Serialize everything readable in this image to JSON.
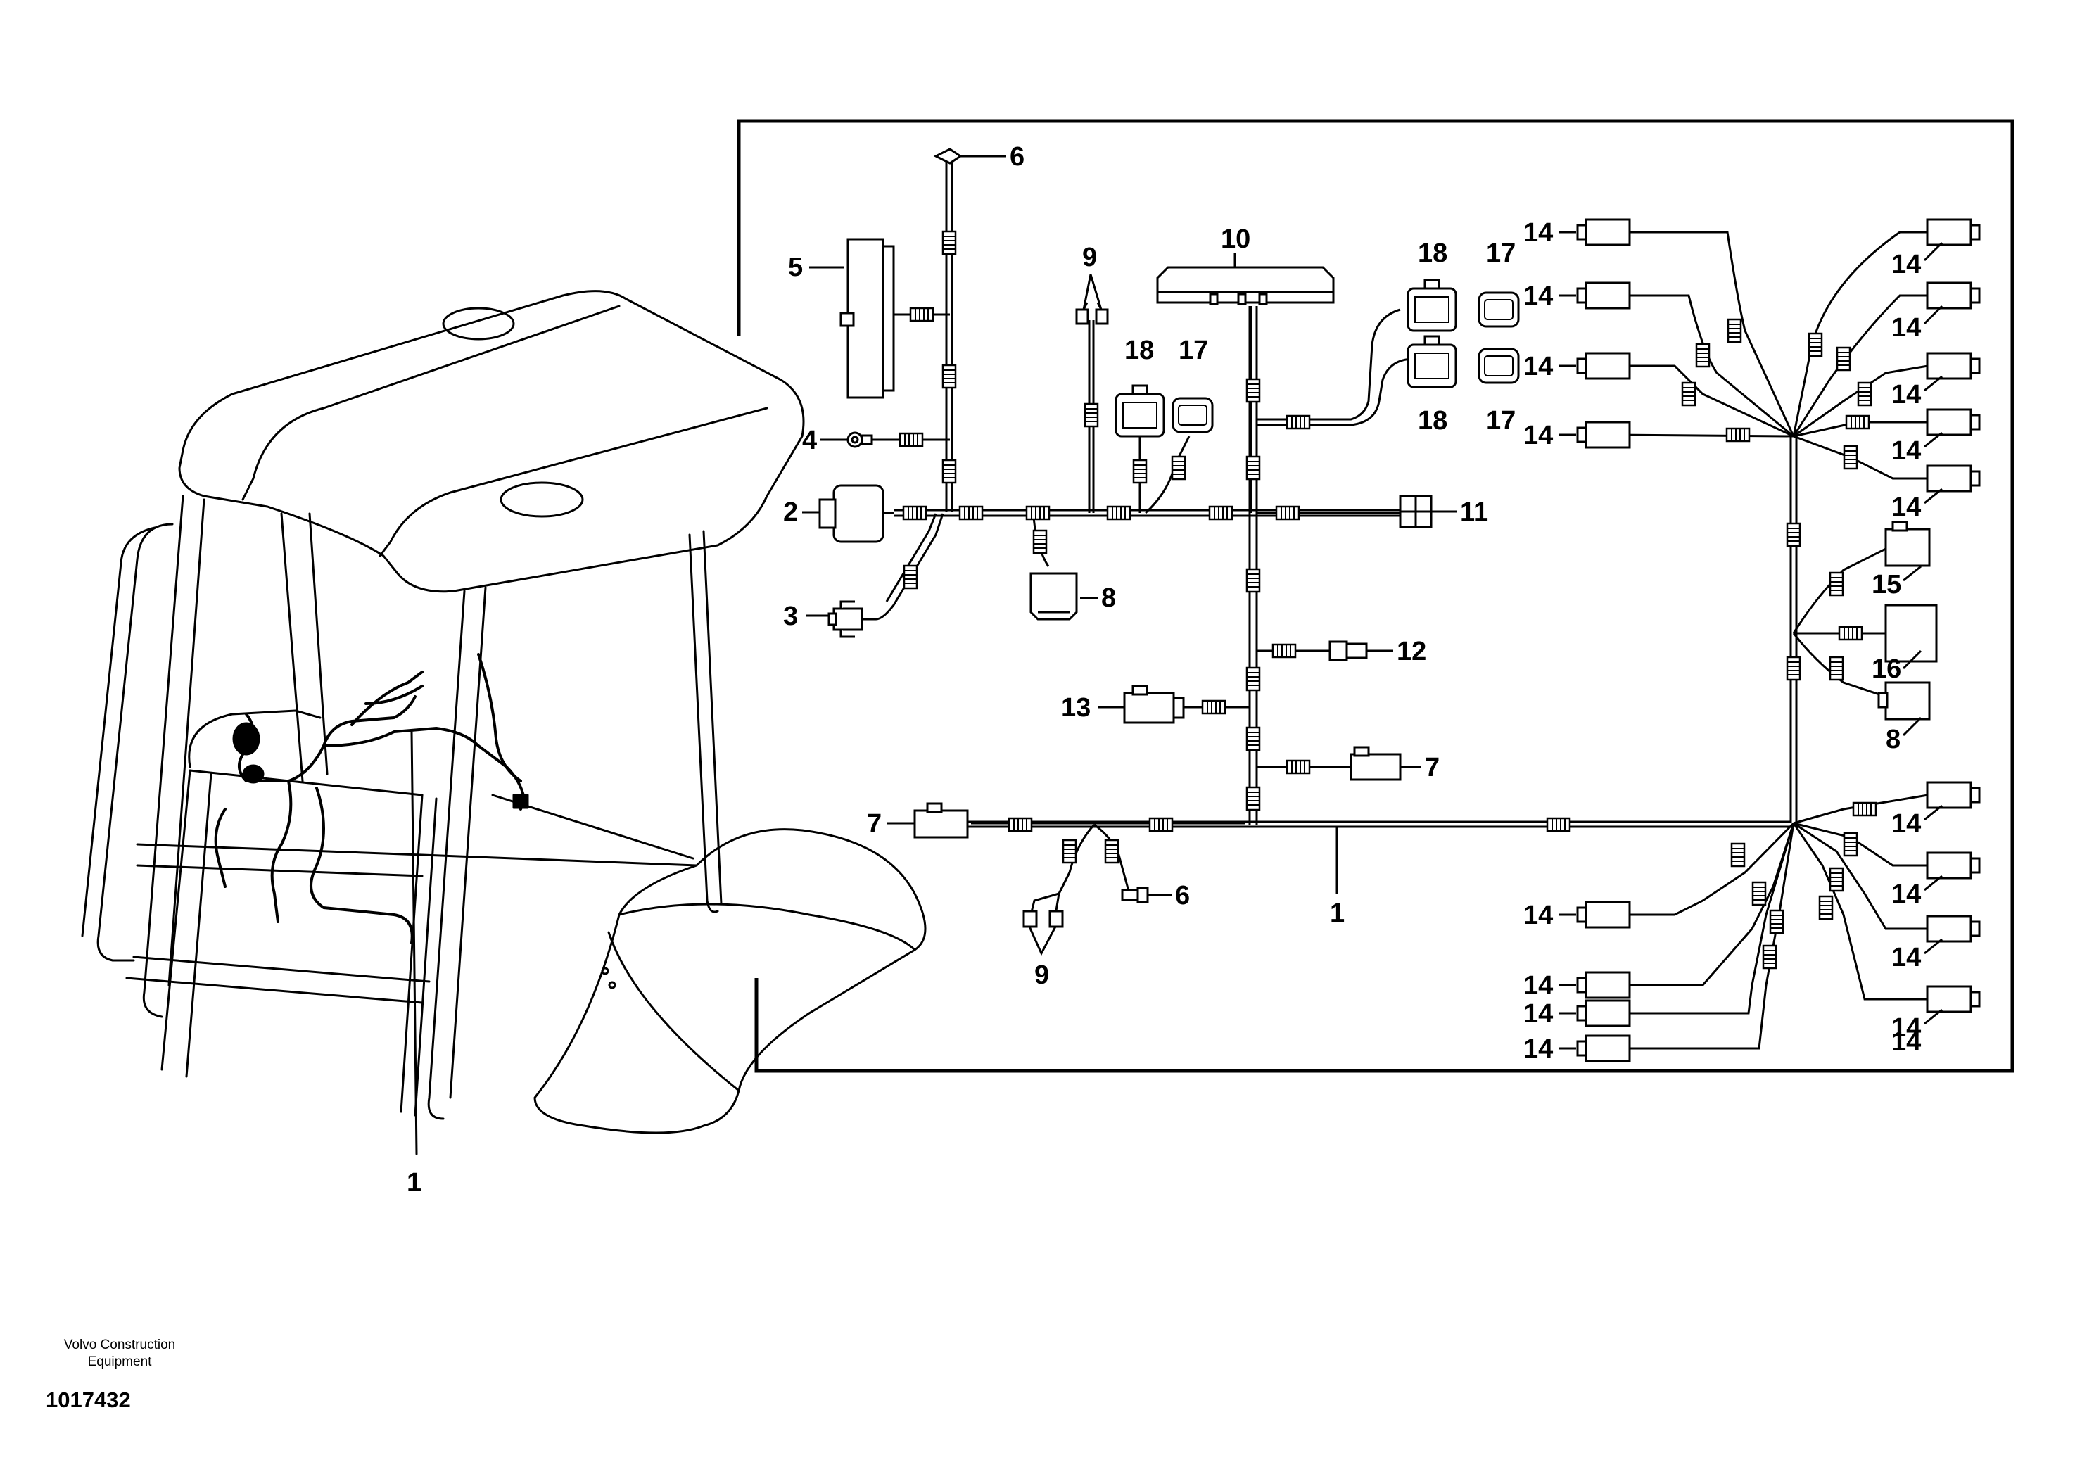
{
  "diagram": {
    "callouts": {
      "c1_machine": "1",
      "c1_main": "1",
      "c2": "2",
      "c3": "3",
      "c4": "4",
      "c5": "5",
      "c6_top": "6",
      "c6_bottom": "6",
      "c7_left": "7",
      "c7_right": "7",
      "c8_center": "8",
      "c8_right": "8",
      "c9_top": "9",
      "c9_bottom": "9",
      "c10": "10",
      "c11": "11",
      "c12": "12",
      "c13": "13",
      "c14_ul1": "14",
      "c14_ul2": "14",
      "c14_ul3": "14",
      "c14_ul4": "14",
      "c14_ur1": "14",
      "c14_ur2": "14",
      "c14_ur3": "14",
      "c14_ur4": "14",
      "c14_ur5": "14",
      "c14_lr1": "14",
      "c14_lr2": "14",
      "c14_lr3": "14",
      "c14_lr4": "14",
      "c14_lr5": "14",
      "c14_ll1": "14",
      "c14_ll2": "14",
      "c14_ll3": "14",
      "c14_ll4": "14",
      "c15": "15",
      "c16": "16",
      "c17_a": "17",
      "c17_b": "17",
      "c17_c": "17",
      "c18_a": "18",
      "c18_b": "18",
      "c18_c": "18"
    }
  },
  "footer": {
    "company_line1": "Volvo Construction",
    "company_line2": "Equipment",
    "document_number": "1017432"
  }
}
